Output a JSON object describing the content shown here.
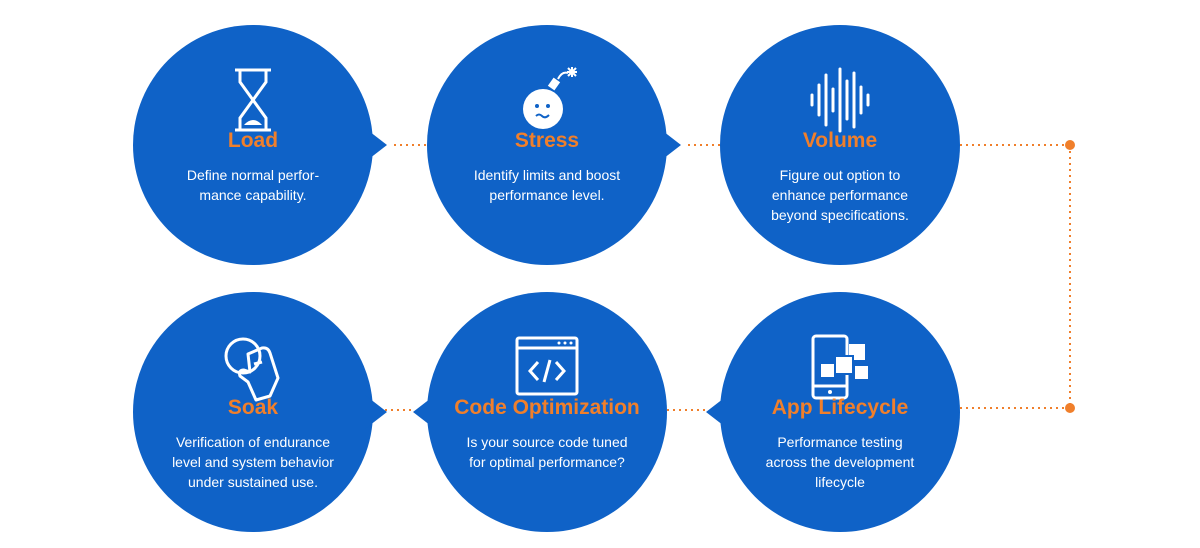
{
  "colors": {
    "circle_fill": "#0f62c7",
    "title_accent": "#f07f2b",
    "connector": "#f07f2b",
    "text": "#ffffff"
  },
  "nodes": [
    {
      "id": "load",
      "title": "Load",
      "icon": "hourglass-icon",
      "desc": [
        "Define normal perfor-",
        "mance capability."
      ]
    },
    {
      "id": "stress",
      "title": "Stress",
      "icon": "bomb-icon",
      "desc": [
        "Identify limits and boost",
        "performance level."
      ]
    },
    {
      "id": "volume",
      "title": "Volume",
      "icon": "sound-wave-icon",
      "desc": [
        "Figure out option to",
        "enhance performance",
        "beyond specifications."
      ]
    },
    {
      "id": "soak",
      "title": "Soak",
      "icon": "hand-coin-icon",
      "desc": [
        "Verification of endurance",
        "level and system behavior",
        "under sustained use."
      ]
    },
    {
      "id": "code",
      "title": "Code Optimization",
      "icon": "code-window-icon",
      "desc": [
        "Is your source code tuned",
        "for optimal performance?"
      ]
    },
    {
      "id": "app",
      "title": "App Lifecycle",
      "icon": "mobile-apps-icon",
      "desc": [
        "Performance testing",
        "across the development",
        "lifecycle"
      ]
    }
  ]
}
